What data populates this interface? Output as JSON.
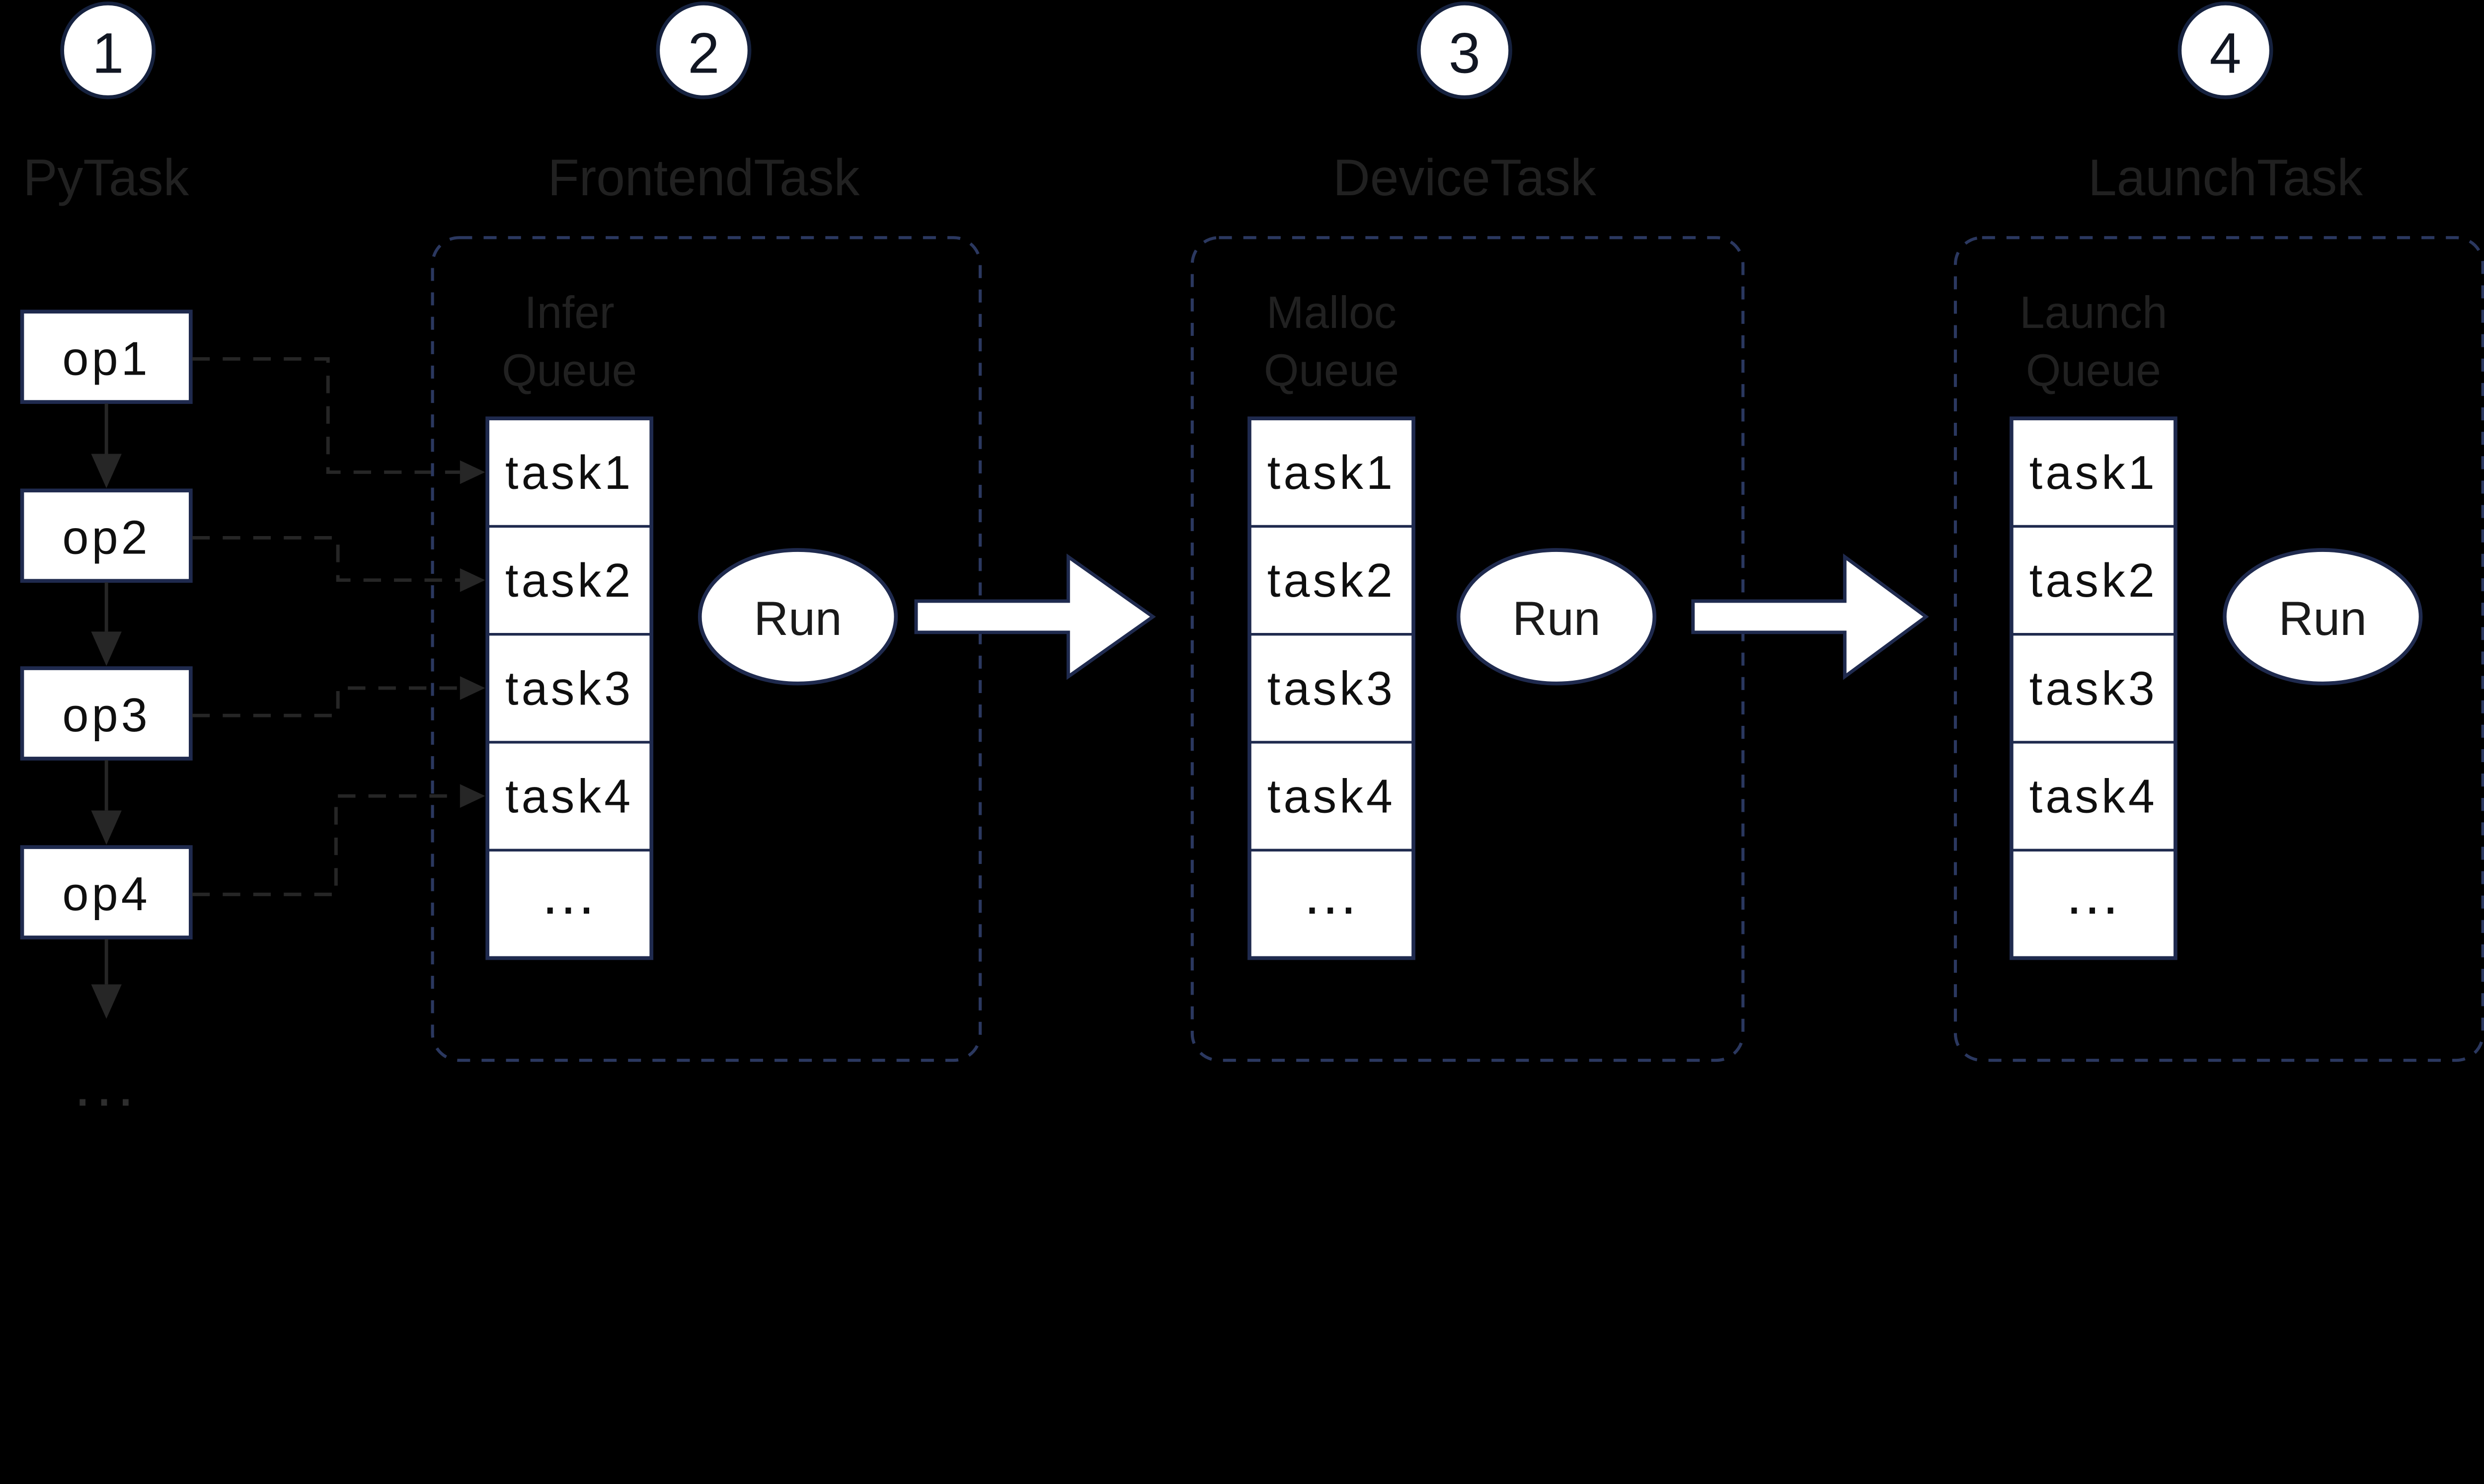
{
  "colors": {
    "background": "#000000",
    "shape_fill": "#ffffff",
    "shape_border": "#1f2a4e",
    "container_border": "#2b3860",
    "connector": "#262626",
    "muted_text": "#212121",
    "box_text": "#0f0f0f"
  },
  "pytask": {
    "ops": [
      "op1",
      "op2",
      "op3",
      "op4"
    ],
    "ellipsis": "..."
  },
  "stages": [
    {
      "number": "1",
      "title": "PyTask"
    },
    {
      "number": "2",
      "title": "FrontendTask",
      "queue": {
        "line1": "Infer",
        "line2": "Queue",
        "items": [
          "task1",
          "task2",
          "task3",
          "task4",
          "..."
        ]
      },
      "run": "Run"
    },
    {
      "number": "3",
      "title": "DeviceTask",
      "queue": {
        "line1": "Malloc",
        "line2": "Queue",
        "items": [
          "task1",
          "task2",
          "task3",
          "task4",
          "..."
        ]
      },
      "run": "Run"
    },
    {
      "number": "4",
      "title": "LaunchTask",
      "queue": {
        "line1": "Launch",
        "line2": "Queue",
        "items": [
          "task1",
          "task2",
          "task3",
          "task4",
          "..."
        ]
      },
      "run": "Run"
    }
  ]
}
